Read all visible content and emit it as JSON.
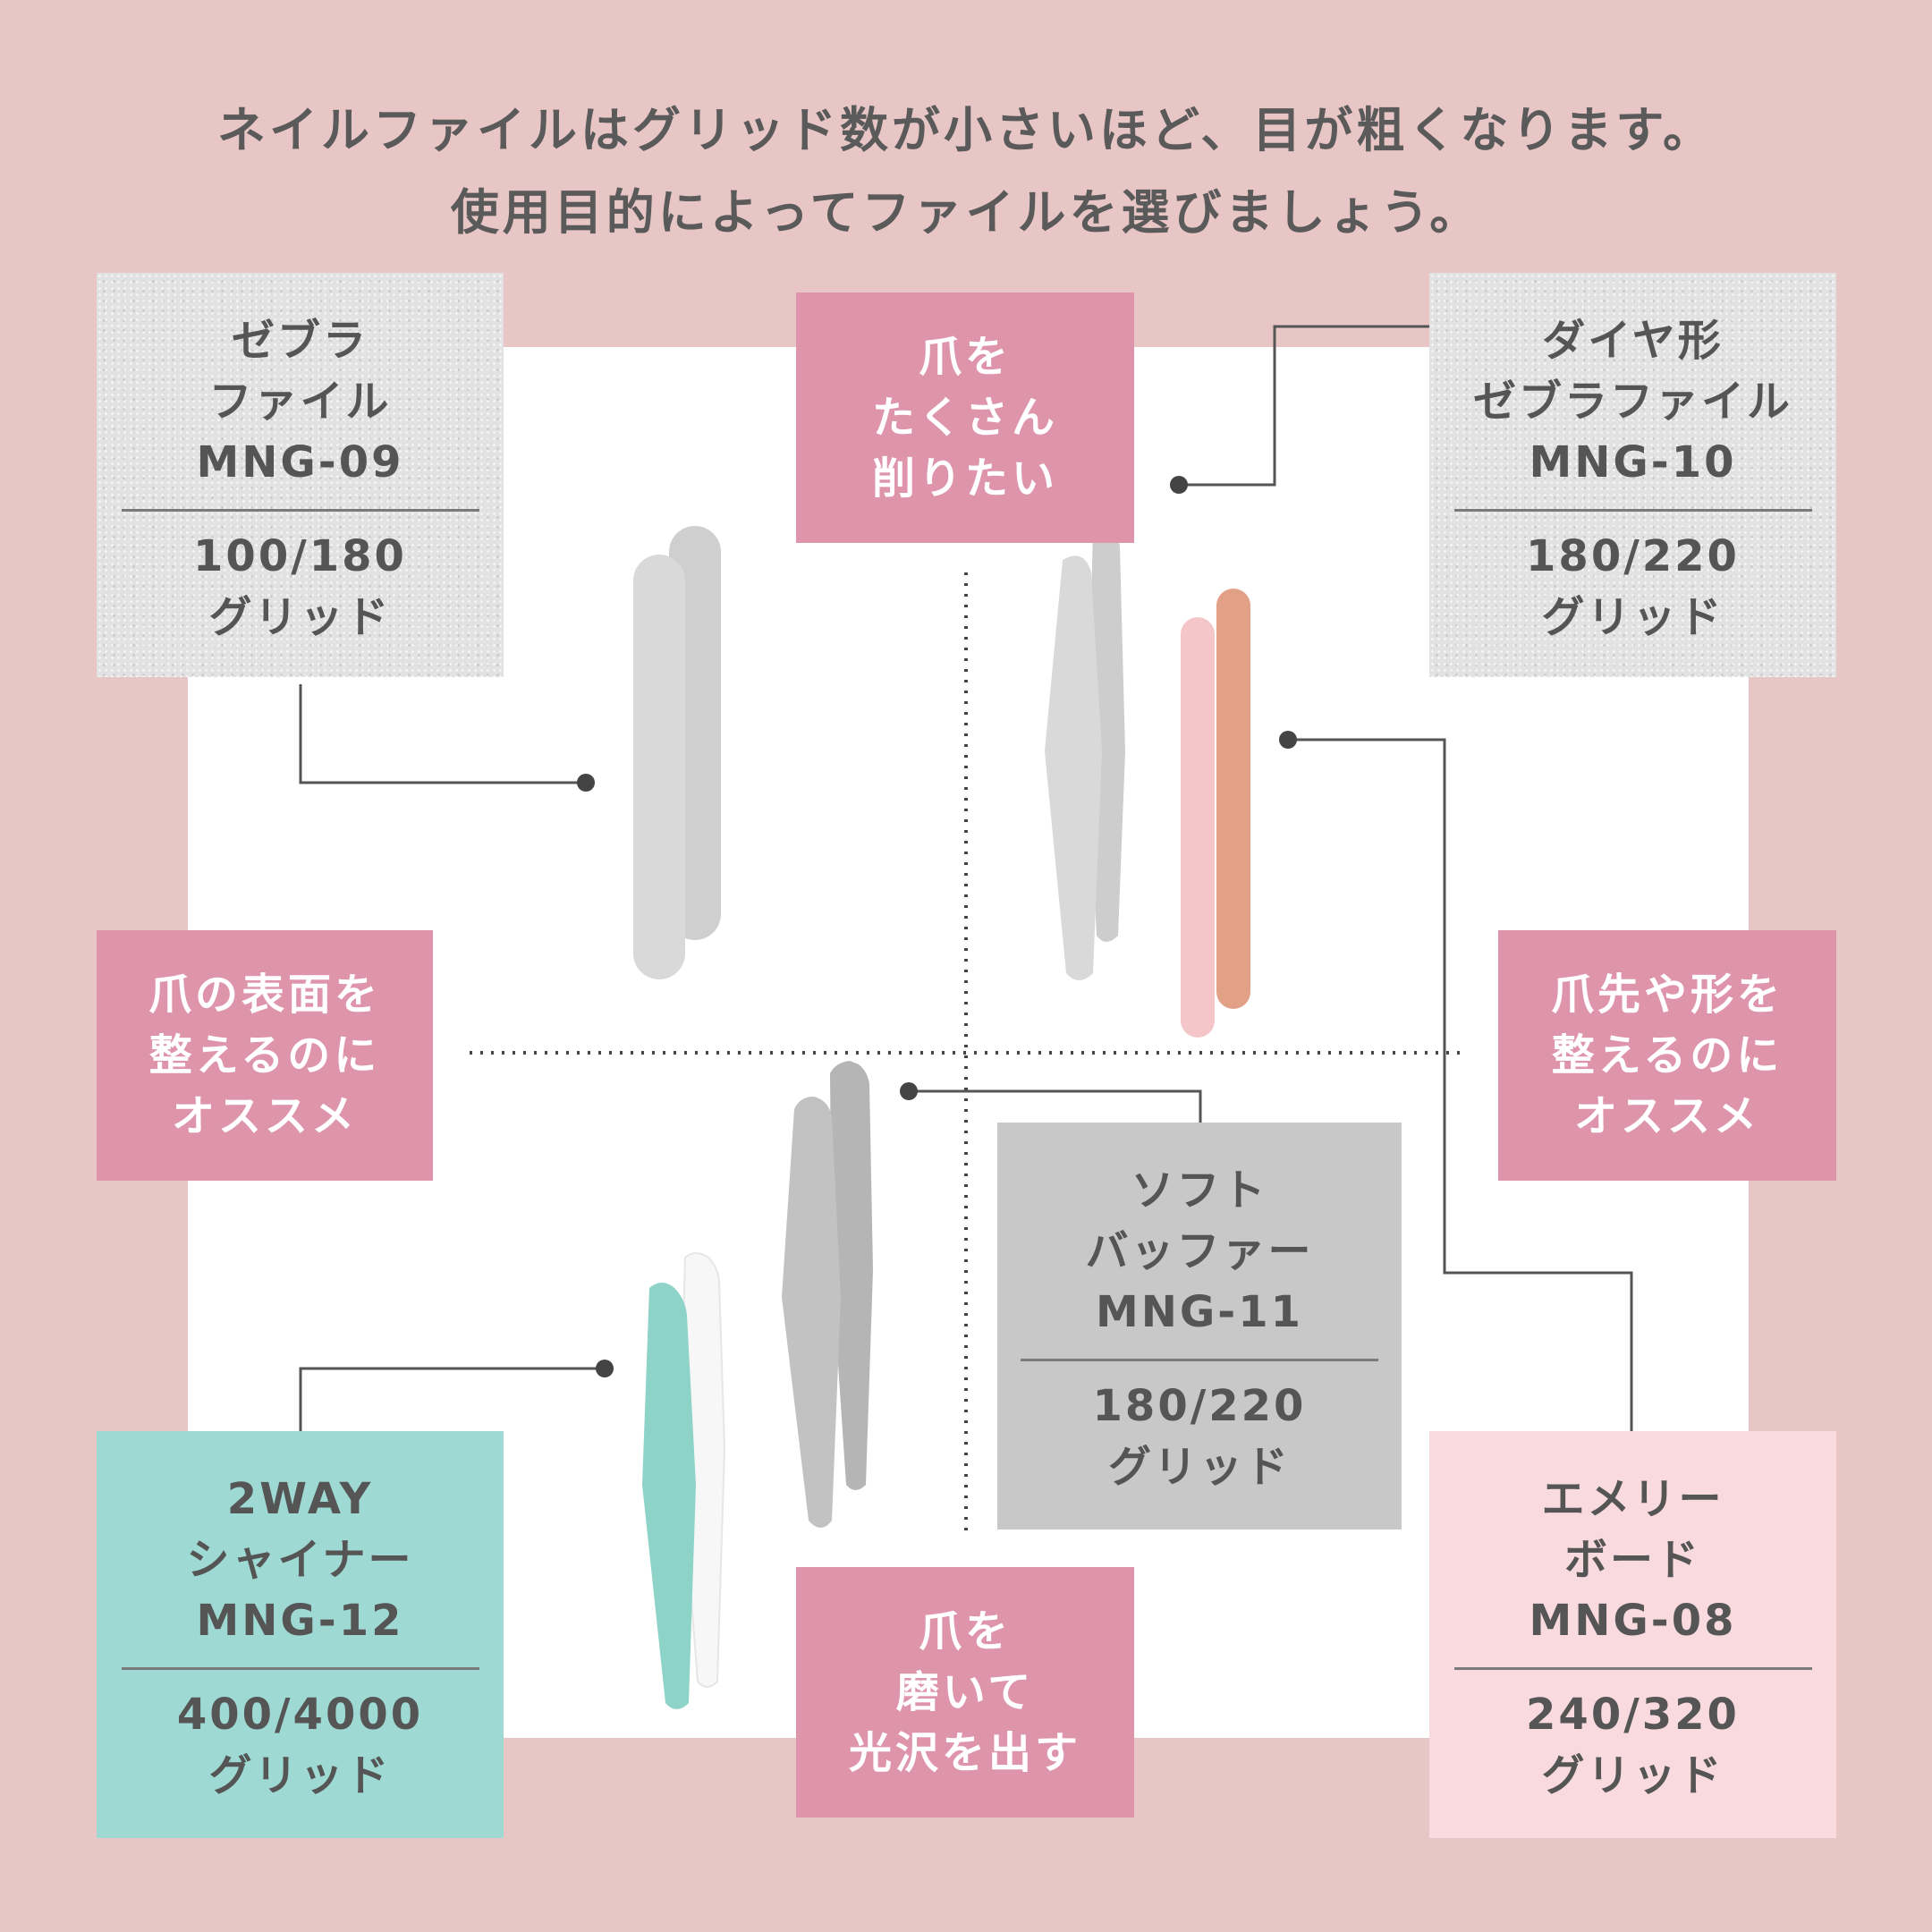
{
  "header": {
    "line1": "ネイルファイルはグリッド数が小さいほど、目が粗くなります。",
    "line2": "使用目的によってファイルを選びましょう。"
  },
  "categories": {
    "top": "爪を\nたくさん\n削りたい",
    "left": "爪の表面を\n整えるのに\nオススメ",
    "right": "爪先や形を\n整えるのに\nオススメ",
    "bottom": "爪を\n磨いて\n光沢を出す"
  },
  "products": {
    "mng09": {
      "name": "ゼブラ\nファイル\nMNG-09",
      "grit": "100/180\nグリッド"
    },
    "mng10": {
      "name": "ダイヤ形\nゼブラファイル\nMNG-10",
      "grit": "180/220\nグリッド"
    },
    "mng11": {
      "name": "ソフト\nバッファー\nMNG-11",
      "grit": "180/220\nグリッド"
    },
    "mng12": {
      "name": "2WAY\nシャイナー\nMNG-12",
      "grit": "400/4000\nグリッド"
    },
    "mng08": {
      "name": "エメリー\nボード\nMNG-08",
      "grit": "240/320\nグリッド"
    }
  },
  "colors": {
    "background": "#e8c6c6",
    "category": "#de94aa",
    "zebra_file": "#d8d8d8",
    "buffer_box": "#c8c8c8",
    "shiner_box": "#9ed9d3",
    "emery_box": "#f9dade",
    "emery_pink": "#f5c6c9",
    "emery_orange": "#e2a186",
    "shiner_teal": "#8dd3c7"
  }
}
